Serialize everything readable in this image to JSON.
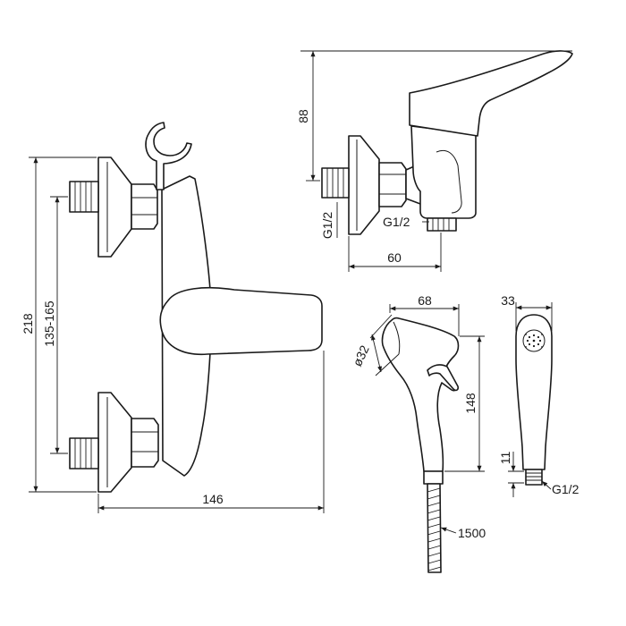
{
  "dimensions": {
    "width_146": "146",
    "height_218": "218",
    "centers_135_165": "135-165",
    "top_height_88": "88",
    "thread_vertical": "G1/2",
    "thread_side": "G1/2",
    "depth_60": "60",
    "handle_68": "68",
    "diameter_32": "ø32",
    "handle_148": "148",
    "width_33": "33",
    "thread_11": "11",
    "thread_bottom": "G1/2",
    "hose_1500": "1500"
  },
  "colors": {
    "line": "#1a1a1a",
    "background": "#ffffff"
  }
}
